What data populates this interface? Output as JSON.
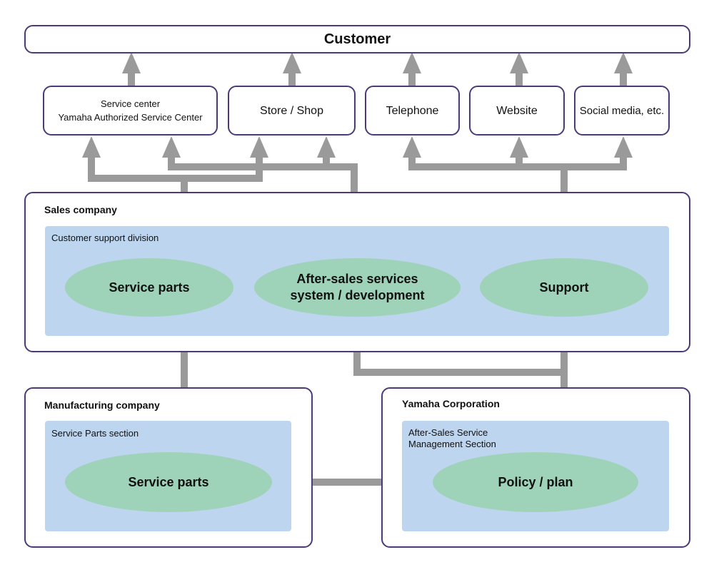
{
  "colors": {
    "border": "#4b3a78",
    "panel": "#bdd5ef",
    "ellipse": "#9fd3b9",
    "arrow": "#9a9a9a"
  },
  "customer": {
    "label": "Customer"
  },
  "channels": [
    {
      "line1": "Service center",
      "line2": "Yamaha Authorized Service Center"
    },
    {
      "line1": "Store / Shop",
      "line2": ""
    },
    {
      "line1": "Telephone",
      "line2": ""
    },
    {
      "line1": "Website",
      "line2": ""
    },
    {
      "line1": "Social media, etc.",
      "line2": ""
    }
  ],
  "sales_company": {
    "label": "Sales company",
    "division": "Customer support division",
    "nodes": [
      {
        "line1": "Service parts",
        "line2": ""
      },
      {
        "line1": "After-sales services",
        "line2": "system / development"
      },
      {
        "line1": "Support",
        "line2": ""
      }
    ]
  },
  "manufacturing_company": {
    "label": "Manufacturing company",
    "section": "Service Parts section",
    "node": "Service parts"
  },
  "yamaha_corporation": {
    "label": "Yamaha Corporation",
    "section_line1": "After-Sales Service",
    "section_line2": "Management Section",
    "node": "Policy / plan"
  }
}
